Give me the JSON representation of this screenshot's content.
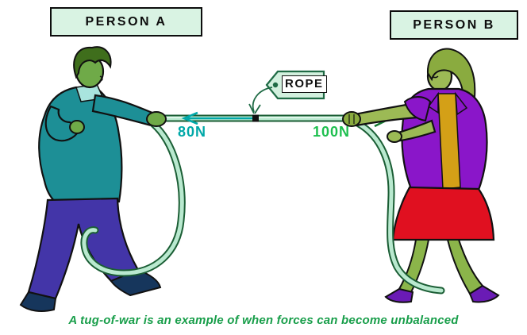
{
  "diagram": {
    "person_a_label": "PERSON A",
    "person_b_label": "PERSON B",
    "rope_tag_label": "ROPE",
    "force_left": "80N",
    "force_right": "100N",
    "caption": "A tug-of-war is an example of when forces can become unbalanced"
  },
  "colors": {
    "label_box_fill": "#d9f3e3",
    "label_box_border": "#0d0d0d",
    "tag_fill": "#d2f0de",
    "tag_border": "#1f6b45",
    "rope_outline": "#1b5e35",
    "rope_fill": "#b9e9cf",
    "force_left_color": "#00a8a8",
    "force_right_color": "#1dbf4e",
    "caption_color": "#189e4a",
    "background": "#ffffff"
  }
}
